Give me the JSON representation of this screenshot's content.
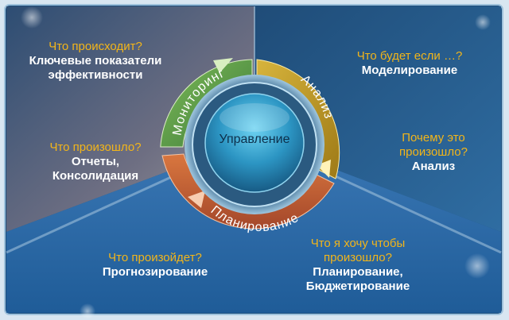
{
  "center": {
    "text": "Управление"
  },
  "ring": {
    "monitoring": "Мониторинг",
    "analysis": "Анализ",
    "planning": "Планирование"
  },
  "panels": [
    {
      "id": "top-left",
      "question": "Что происходит?",
      "answer_lines": [
        "Ключевые показатели",
        "эффективности"
      ]
    },
    {
      "id": "top-right",
      "question": "Что будет если …?",
      "answer_lines": [
        "Моделирование"
      ]
    },
    {
      "id": "mid-left",
      "question": "Что произошло?",
      "answer_lines": [
        "Отчеты,",
        "Консолидация"
      ]
    },
    {
      "id": "mid-right",
      "question_lines": [
        "Почему это",
        "произошло?"
      ],
      "answer_lines": [
        "Анализ"
      ]
    },
    {
      "id": "bottom-left",
      "question": "Что произойдет?",
      "answer_lines": [
        "Прогнозирование"
      ]
    },
    {
      "id": "bottom-right",
      "question_lines": [
        "Что я хочу чтобы",
        "произошло?"
      ],
      "answer_lines": [
        "Планирование,",
        "Бюджетирование"
      ]
    }
  ],
  "colors": {
    "monitoring": "#6aa84f",
    "analysis": "#c9a227",
    "planning": "#c8643a",
    "question": "#f2b51a",
    "answer": "#ffffff"
  }
}
